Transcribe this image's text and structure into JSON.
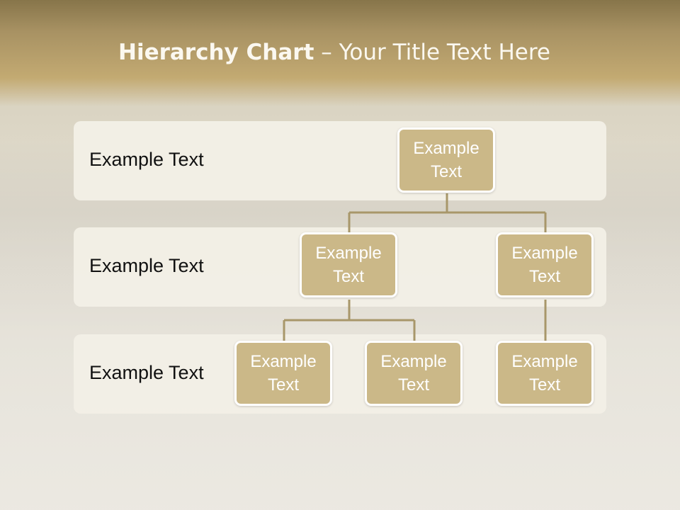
{
  "slide": {
    "title_bold": "Hierarchy Chart",
    "title_rest": " – Your Title Text Here"
  },
  "bands": [
    {
      "label": "Example Text"
    },
    {
      "label": "Example Text"
    },
    {
      "label": "Example Text"
    }
  ],
  "nodes": {
    "root": "Example Text",
    "level2_left": "Example Text",
    "level2_right": "Example Text",
    "level3_a": "Example Text",
    "level3_b": "Example Text",
    "level3_c": "Example Text"
  },
  "colors": {
    "title_band": "#a89263",
    "node_fill": "#cbb888",
    "connector": "#a8976a",
    "band_fill": "#f2efe6"
  }
}
